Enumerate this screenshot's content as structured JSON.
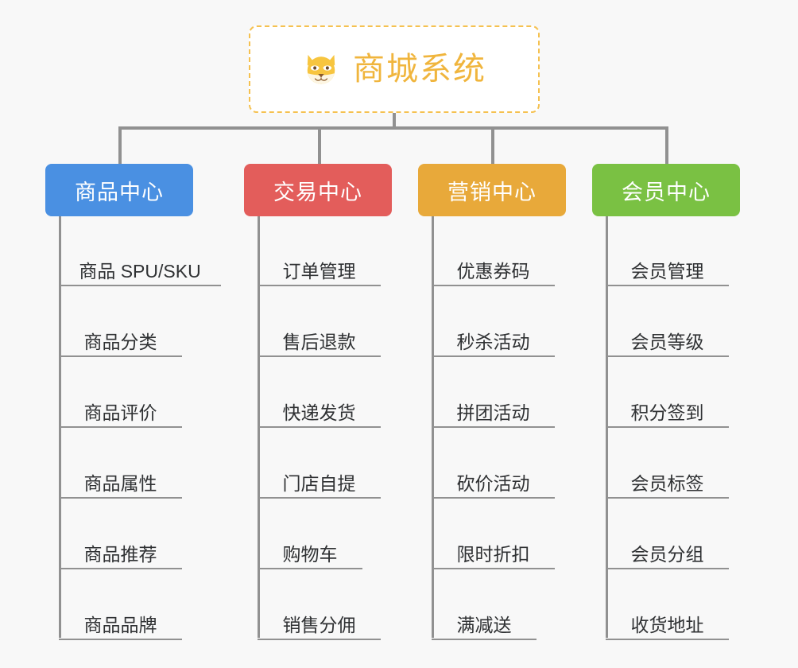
{
  "canvas": {
    "background_color": "#f8f8f8",
    "connector_color": "#919191"
  },
  "root": {
    "title": "商城系统",
    "icon": "shiba-dog-face-emoji",
    "text_color": "#f0b53d",
    "border_color": "#f5c150",
    "background_color": "#ffffff"
  },
  "categories": [
    {
      "label": "商品中心",
      "color": "#4a90e2",
      "items": [
        "商品 SPU/SKU",
        "商品分类",
        "商品评价",
        "商品属性",
        "商品推荐",
        "商品品牌"
      ]
    },
    {
      "label": "交易中心",
      "color": "#e35d5b",
      "items": [
        "订单管理",
        "售后退款",
        "快递发货",
        "门店自提",
        "购物车",
        "销售分佣"
      ]
    },
    {
      "label": "营销中心",
      "color": "#e8a93a",
      "items": [
        "优惠券码",
        "秒杀活动",
        "拼团活动",
        "砍价活动",
        "限时折扣",
        "满减送"
      ]
    },
    {
      "label": "会员中心",
      "color": "#7ac143",
      "items": [
        "会员管理",
        "会员等级",
        "积分签到",
        "会员标签",
        "会员分组",
        "收货地址"
      ]
    }
  ]
}
